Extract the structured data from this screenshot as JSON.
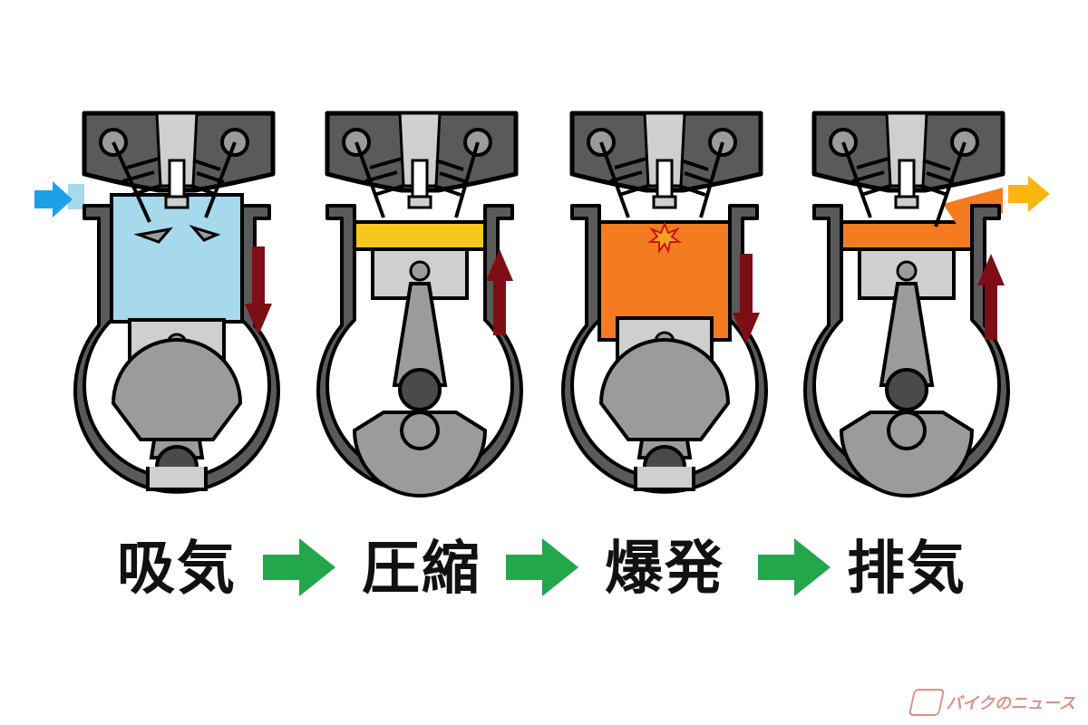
{
  "stages": [
    {
      "id": "intake",
      "label": "吸気",
      "gas_color": "#a6d9ec",
      "piston_direction": "down"
    },
    {
      "id": "compression",
      "label": "圧縮",
      "gas_color": "#f7c71a",
      "piston_direction": "up"
    },
    {
      "id": "combustion",
      "label": "爆発",
      "gas_color": "#f47b20",
      "piston_direction": "down"
    },
    {
      "id": "exhaust",
      "label": "排気",
      "gas_color": "#f47b20",
      "piston_direction": "up"
    }
  ],
  "colors": {
    "engine_dark": "#5a5a5a",
    "engine_mid": "#9b9b9b",
    "engine_light": "#cfcfcf",
    "motion_arrow": "#7d0e16",
    "flow_arrow": "#22a74b",
    "intake_arrow": "#1da1e6",
    "exhaust_arrow": "#f9b612",
    "spark": "#f2a51c"
  },
  "icons": {
    "intake_flow": "arrow-right-icon",
    "exhaust_flow": "arrow-right-icon",
    "stage_transition": "arrow-right-icon",
    "spark": "spark-icon"
  },
  "watermark": {
    "text": "バイクのニュース"
  }
}
